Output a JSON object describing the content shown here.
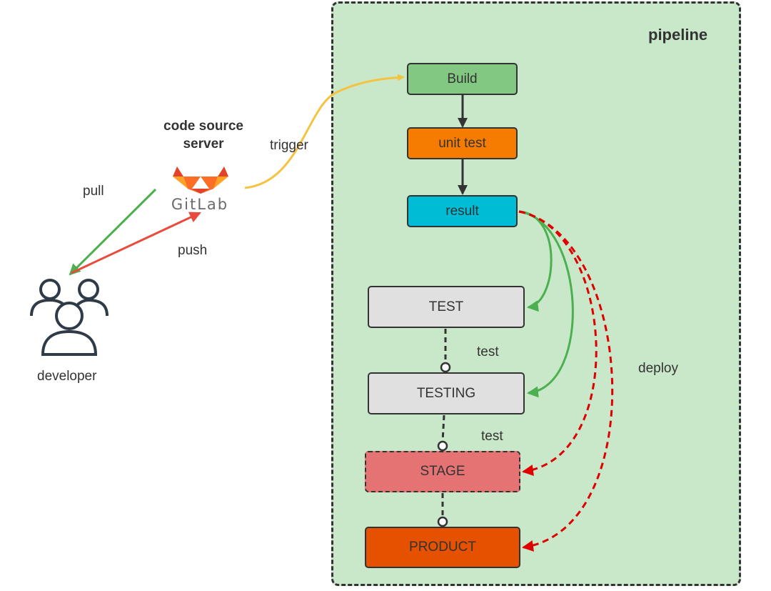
{
  "pipeline": {
    "title": "pipeline"
  },
  "source": {
    "caption": [
      "code source",
      "server"
    ],
    "logo_text": "GitLab"
  },
  "developer": {
    "caption": "developer"
  },
  "edges": {
    "trigger": "trigger",
    "pull": "pull",
    "push": "push",
    "test1": "test",
    "test2": "test",
    "deploy": "deploy"
  },
  "stages": [
    {
      "id": "build",
      "label": "Build",
      "fill": "#82c882",
      "border": "solid"
    },
    {
      "id": "unit-test",
      "label": "unit test",
      "fill": "#f57c00",
      "border": "solid"
    },
    {
      "id": "result",
      "label": "result",
      "fill": "#00bcd4",
      "border": "solid"
    },
    {
      "id": "test",
      "label": "TEST",
      "fill": "#e0e0e0",
      "border": "solid"
    },
    {
      "id": "testing",
      "label": "TESTING",
      "fill": "#e0e0e0",
      "border": "solid"
    },
    {
      "id": "stage",
      "label": "STAGE",
      "fill": "#e57373",
      "border": "dashed"
    },
    {
      "id": "product",
      "label": "PRODUCT",
      "fill": "#e65100",
      "border": "solid"
    }
  ],
  "colors": {
    "trigger": "#f5c342",
    "pull": "#4caf50",
    "push": "#e74c3c",
    "green_flow": "#4caf50",
    "red_flow": "#e00000",
    "frame": "#c9e8c9"
  },
  "icons": {
    "logo": "gitlab-fox-icon",
    "users": "users-group-icon"
  }
}
